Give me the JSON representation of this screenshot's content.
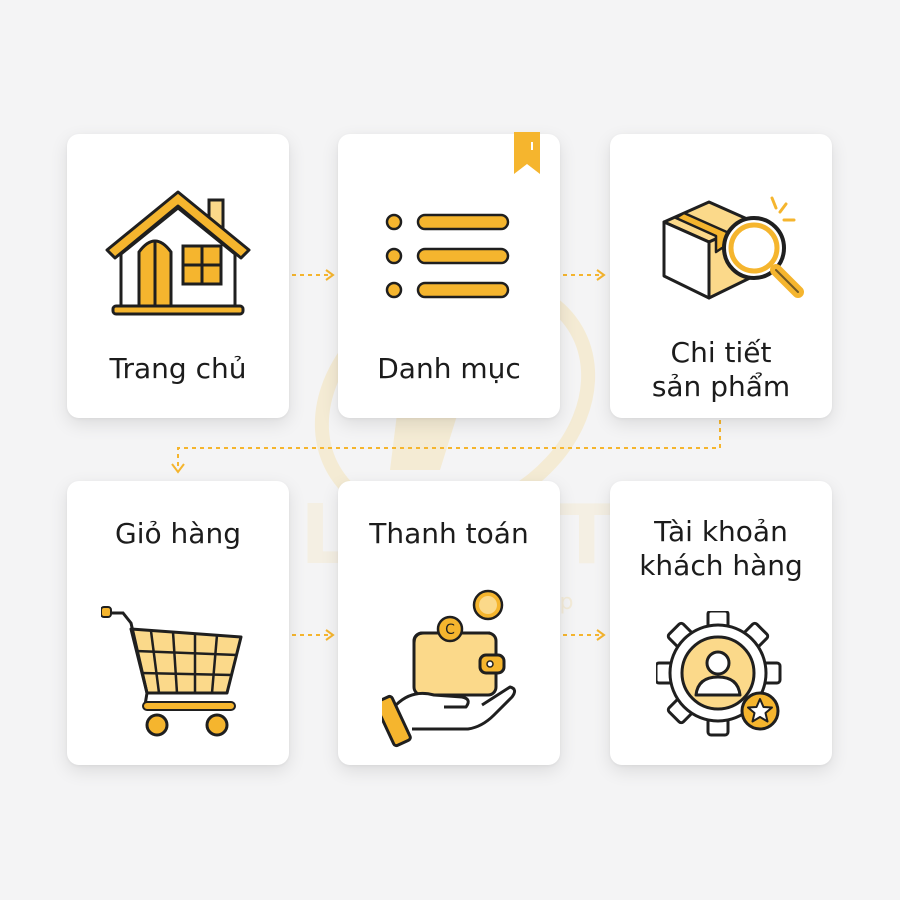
{
  "steps": [
    {
      "label": "Trang chủ",
      "icon": "house-icon"
    },
    {
      "label": "Danh mục",
      "icon": "list-icon"
    },
    {
      "label_lines": [
        "Chi tiết",
        "sản phẩm"
      ],
      "icon": "box-magnifier-icon"
    },
    {
      "label": "Giỏ hàng",
      "icon": "shopping-cart-icon"
    },
    {
      "label": "Thanh toán",
      "icon": "wallet-hand-coin-icon"
    },
    {
      "label_lines": [
        "Tài khoản",
        "khách hàng"
      ],
      "icon": "user-gear-star-icon"
    }
  ],
  "watermark": {
    "letters": "LIGHT",
    "slogan": "Nhanh – Chuẩn – Đẹp"
  },
  "colors": {
    "accent": "#f5b52e",
    "accent_light": "#fbd98a",
    "outline": "#1f1f1f",
    "card": "#ffffff",
    "background": "#f4f4f5"
  }
}
